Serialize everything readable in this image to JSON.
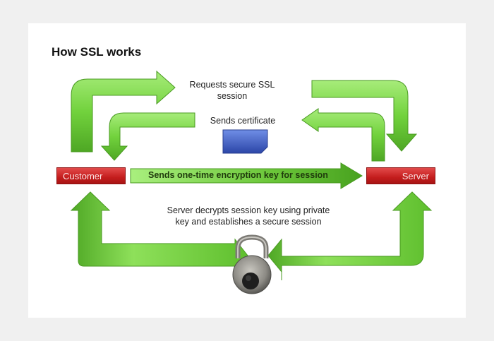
{
  "title": "How SSL works",
  "nodes": {
    "customer": "Customer",
    "server": "Server"
  },
  "steps": [
    {
      "label_line1": "Requests secure SSL",
      "label_line2": "session",
      "direction": "customer-to-server"
    },
    {
      "label": "Sends certificate",
      "direction": "server-to-customer"
    },
    {
      "label": "Sends one-time encryption key for session",
      "direction": "customer-to-server"
    },
    {
      "label_line1": "Server decrypts session key using private",
      "label_line2": "key and establishes a secure session",
      "direction": "both-to-lock"
    }
  ],
  "colors": {
    "arrow_green": "#6fcf3a",
    "node_red": "#c41d1d",
    "certificate_blue": "#3d5cc2"
  },
  "icons": {
    "certificate": "certificate-icon",
    "lock": "padlock-icon"
  }
}
